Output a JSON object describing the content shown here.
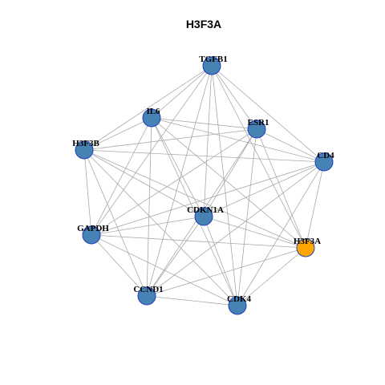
{
  "title": "H3F3A",
  "colors": {
    "node_default": "#4682b4",
    "node_highlight": "#ffa500",
    "node_border": "#1f3fbf",
    "edge": "#a9a9a9"
  },
  "nodes": [
    {
      "id": "TGFB1",
      "label": "TGFB1",
      "highlight": false
    },
    {
      "id": "IL6",
      "label": "IL6",
      "highlight": false
    },
    {
      "id": "ESR1",
      "label": "ESR1",
      "highlight": false
    },
    {
      "id": "H3F3B",
      "label": "H3F3B",
      "highlight": false
    },
    {
      "id": "CD4",
      "label": "CD4",
      "highlight": false
    },
    {
      "id": "CDKN1A",
      "label": "CDKN1A",
      "highlight": false
    },
    {
      "id": "GAPDH",
      "label": "GAPDH",
      "highlight": false
    },
    {
      "id": "H3F3A",
      "label": "H3F3A",
      "highlight": true
    },
    {
      "id": "CCND1",
      "label": "CCND1",
      "highlight": false
    },
    {
      "id": "CDK4",
      "label": "CDK4",
      "highlight": false
    }
  ],
  "edges": [
    [
      "TGFB1",
      "IL6"
    ],
    [
      "TGFB1",
      "ESR1"
    ],
    [
      "TGFB1",
      "H3F3B"
    ],
    [
      "TGFB1",
      "CD4"
    ],
    [
      "TGFB1",
      "CDKN1A"
    ],
    [
      "TGFB1",
      "GAPDH"
    ],
    [
      "TGFB1",
      "H3F3A"
    ],
    [
      "TGFB1",
      "CCND1"
    ],
    [
      "TGFB1",
      "CDK4"
    ],
    [
      "IL6",
      "ESR1"
    ],
    [
      "IL6",
      "H3F3B"
    ],
    [
      "IL6",
      "CD4"
    ],
    [
      "IL6",
      "CDKN1A"
    ],
    [
      "IL6",
      "GAPDH"
    ],
    [
      "IL6",
      "CCND1"
    ],
    [
      "IL6",
      "CDK4"
    ],
    [
      "IL6",
      "H3F3A"
    ],
    [
      "ESR1",
      "H3F3B"
    ],
    [
      "ESR1",
      "CD4"
    ],
    [
      "ESR1",
      "CDKN1A"
    ],
    [
      "ESR1",
      "GAPDH"
    ],
    [
      "ESR1",
      "H3F3A"
    ],
    [
      "ESR1",
      "CCND1"
    ],
    [
      "ESR1",
      "CDK4"
    ],
    [
      "H3F3B",
      "CD4"
    ],
    [
      "H3F3B",
      "CDKN1A"
    ],
    [
      "H3F3B",
      "GAPDH"
    ],
    [
      "H3F3B",
      "H3F3A"
    ],
    [
      "H3F3B",
      "CCND1"
    ],
    [
      "H3F3B",
      "CDK4"
    ],
    [
      "CD4",
      "CDKN1A"
    ],
    [
      "CD4",
      "GAPDH"
    ],
    [
      "CD4",
      "H3F3A"
    ],
    [
      "CD4",
      "CCND1"
    ],
    [
      "CD4",
      "CDK4"
    ],
    [
      "CDKN1A",
      "GAPDH"
    ],
    [
      "CDKN1A",
      "H3F3A"
    ],
    [
      "CDKN1A",
      "CCND1"
    ],
    [
      "CDKN1A",
      "CDK4"
    ],
    [
      "GAPDH",
      "H3F3A"
    ],
    [
      "GAPDH",
      "CCND1"
    ],
    [
      "GAPDH",
      "CDK4"
    ],
    [
      "H3F3A",
      "CCND1"
    ],
    [
      "H3F3A",
      "CDK4"
    ],
    [
      "CCND1",
      "CDK4"
    ]
  ]
}
